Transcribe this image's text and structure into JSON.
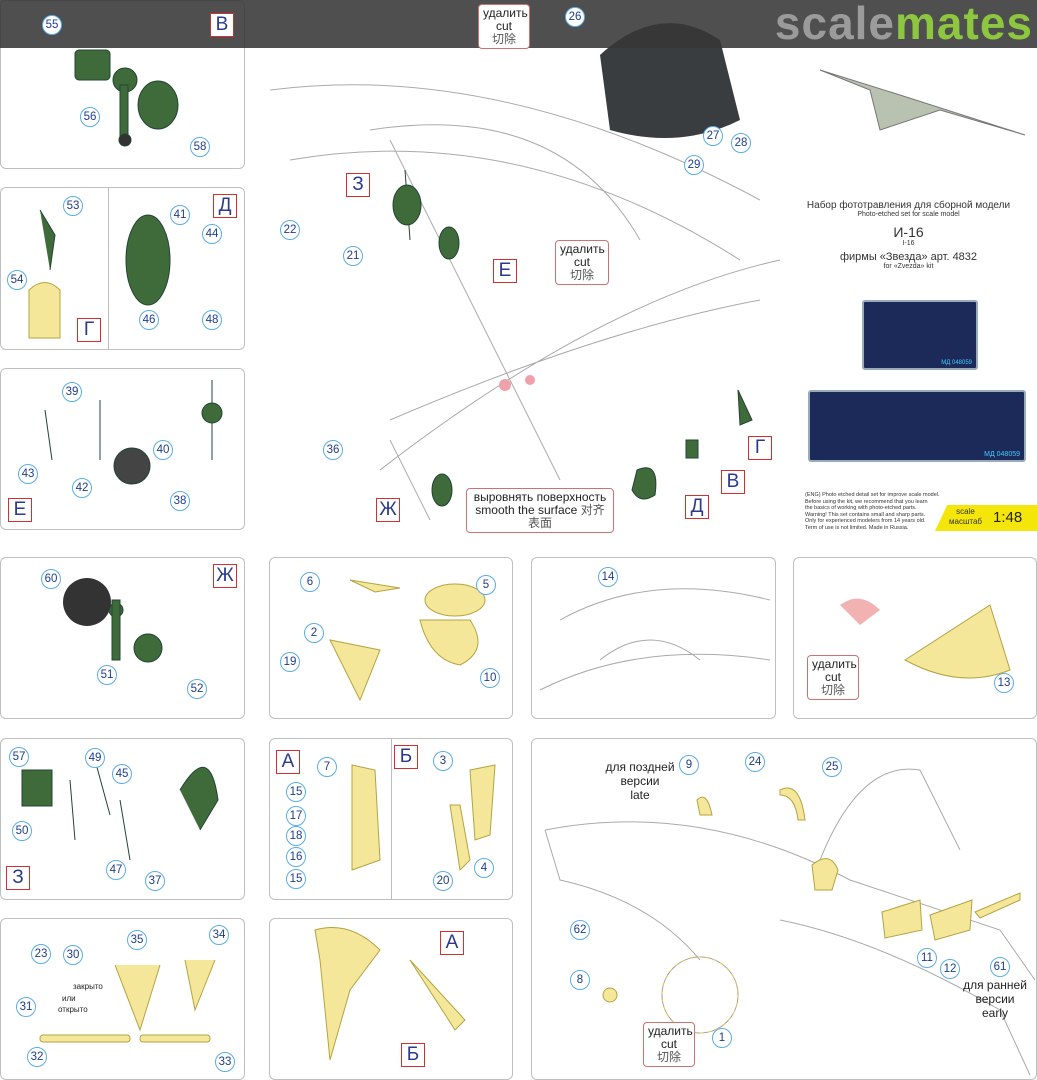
{
  "brand": {
    "left": "scale",
    "right": "mates"
  },
  "callouts": [
    "55",
    "56",
    "58",
    "53",
    "54",
    "41",
    "44",
    "46",
    "48",
    "39",
    "43",
    "42",
    "40",
    "38",
    "22",
    "21",
    "36",
    "26",
    "27",
    "28",
    "29",
    "60",
    "51",
    "52",
    "6",
    "5",
    "2",
    "19",
    "10",
    "14",
    "13",
    "57",
    "49",
    "45",
    "50",
    "47",
    "37",
    "7",
    "15",
    "17",
    "18",
    "16",
    "15",
    "3",
    "20",
    "4",
    "9",
    "24",
    "25",
    "62",
    "8",
    "1",
    "11",
    "12",
    "61",
    "23",
    "30",
    "35",
    "34",
    "31",
    "32",
    "33"
  ],
  "letters": [
    "В",
    "Д",
    "Г",
    "Е",
    "З",
    "Е",
    "Ж",
    "Д",
    "В",
    "Г",
    "Ж",
    "З",
    "А",
    "Б",
    "А",
    "Б"
  ],
  "notes": {
    "cut": {
      "ru": "удалить",
      "en": "cut",
      "cn": "切除"
    },
    "smooth": {
      "ru": "выровнять поверхность",
      "en": "smooth the surface",
      "cn": "对齐表面"
    },
    "late": {
      "l1": "для поздней",
      "l2": "версии",
      "l3": "late"
    },
    "early": {
      "l1": "для ранней",
      "l2": "версии",
      "l3": "early"
    },
    "closed": "закрыто",
    "or": "или",
    "open": "открыто"
  },
  "info": {
    "title_ru": "Набор фототравления для сборной модели",
    "title_en": "Photo-etched set for scale model",
    "model_ru": "И-16",
    "model_en": "I-16",
    "kit_ru": "фирмы «Звезда» арт. 4832",
    "kit_en": "for «Zvezda» kit",
    "disclaimer": [
      "(ENG) Photo etched detail set for improve scale model.",
      "Before using the kit, we recommend that you learn",
      "the basics of working with photo-etched parts.",
      "Warning! This set contains small and sharp parts.",
      "Only for experienced modelers from 14 years old.",
      "Term of use is not limited. Made in Russia."
    ],
    "scale_en": "scale",
    "scale_ru": "масштаб",
    "scale": "1:48",
    "fret_label": "МД 048059"
  }
}
